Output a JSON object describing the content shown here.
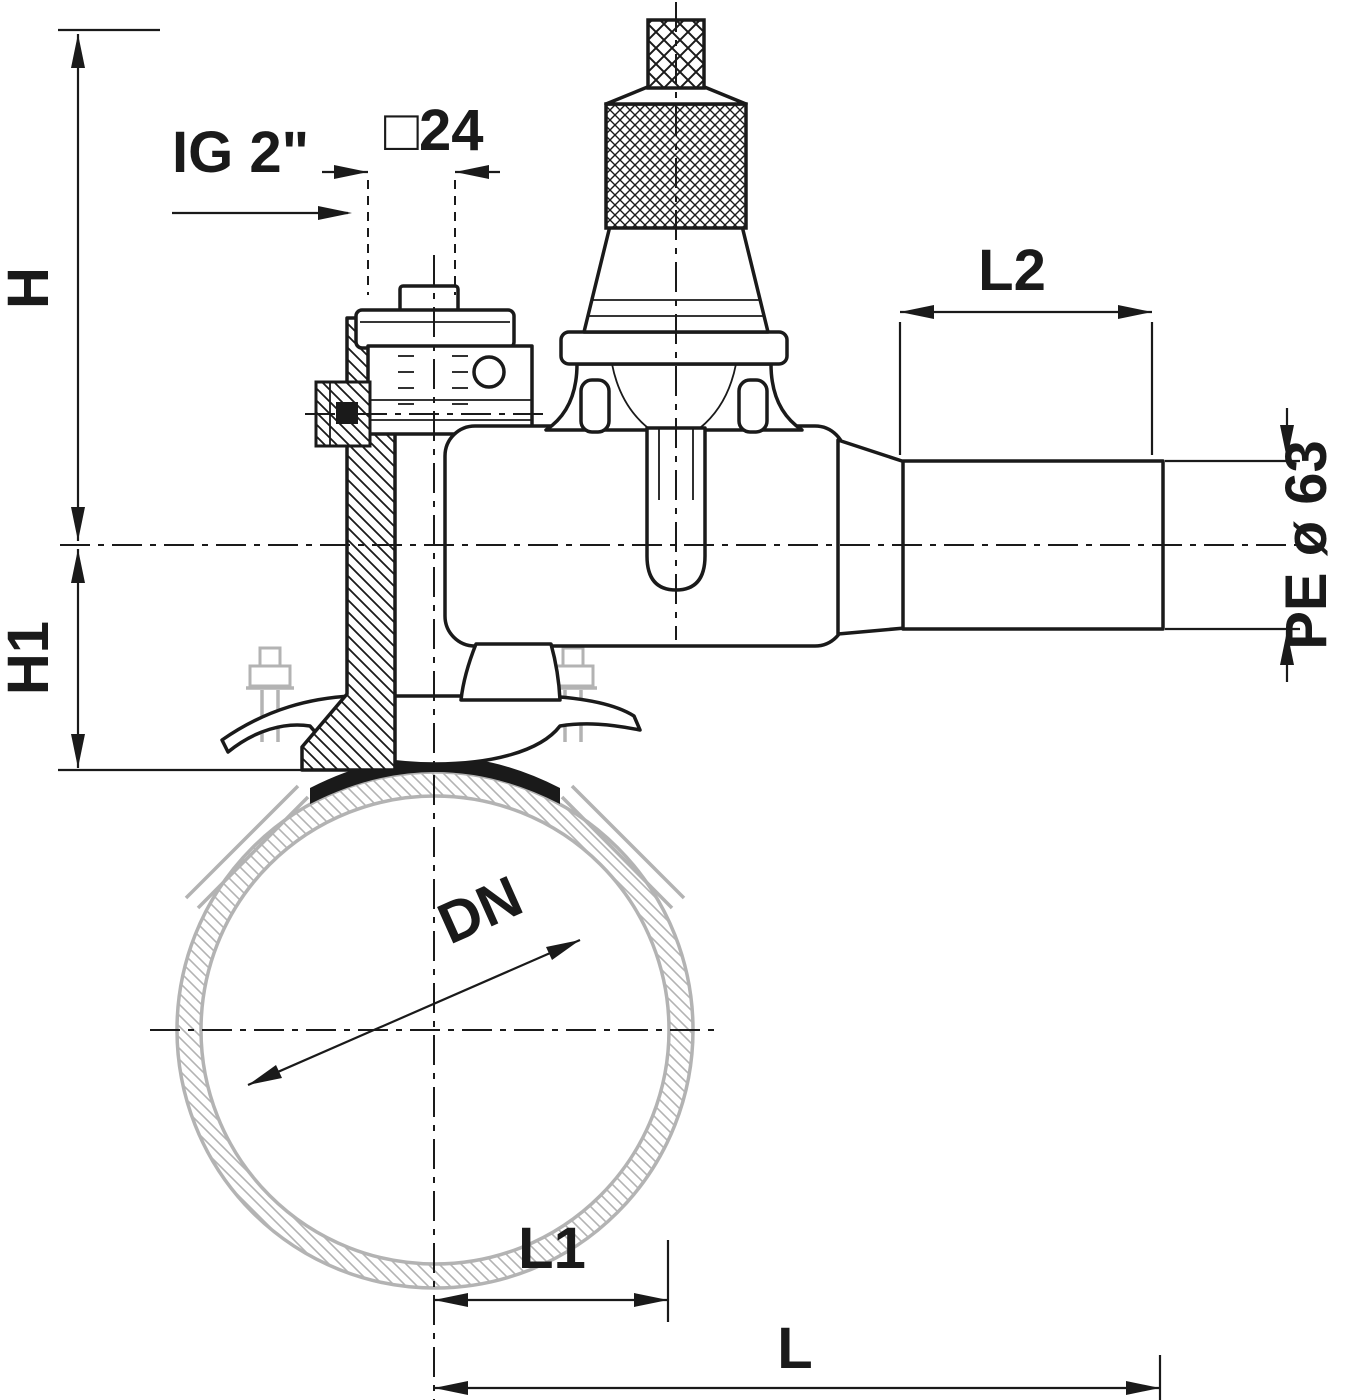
{
  "diagram": {
    "kind": "technical-dimension-drawing",
    "colors": {
      "line": "#1a1a1a",
      "phantom_gray": "#b3b3b3",
      "background": "#ffffff"
    },
    "labels": {
      "h": "H",
      "h1": "H1",
      "thread": "IG 2\"",
      "square": "□24",
      "l2": "L2",
      "pe": "PE ø 63",
      "dn": "DN",
      "l1": "L1",
      "l": "L"
    }
  }
}
